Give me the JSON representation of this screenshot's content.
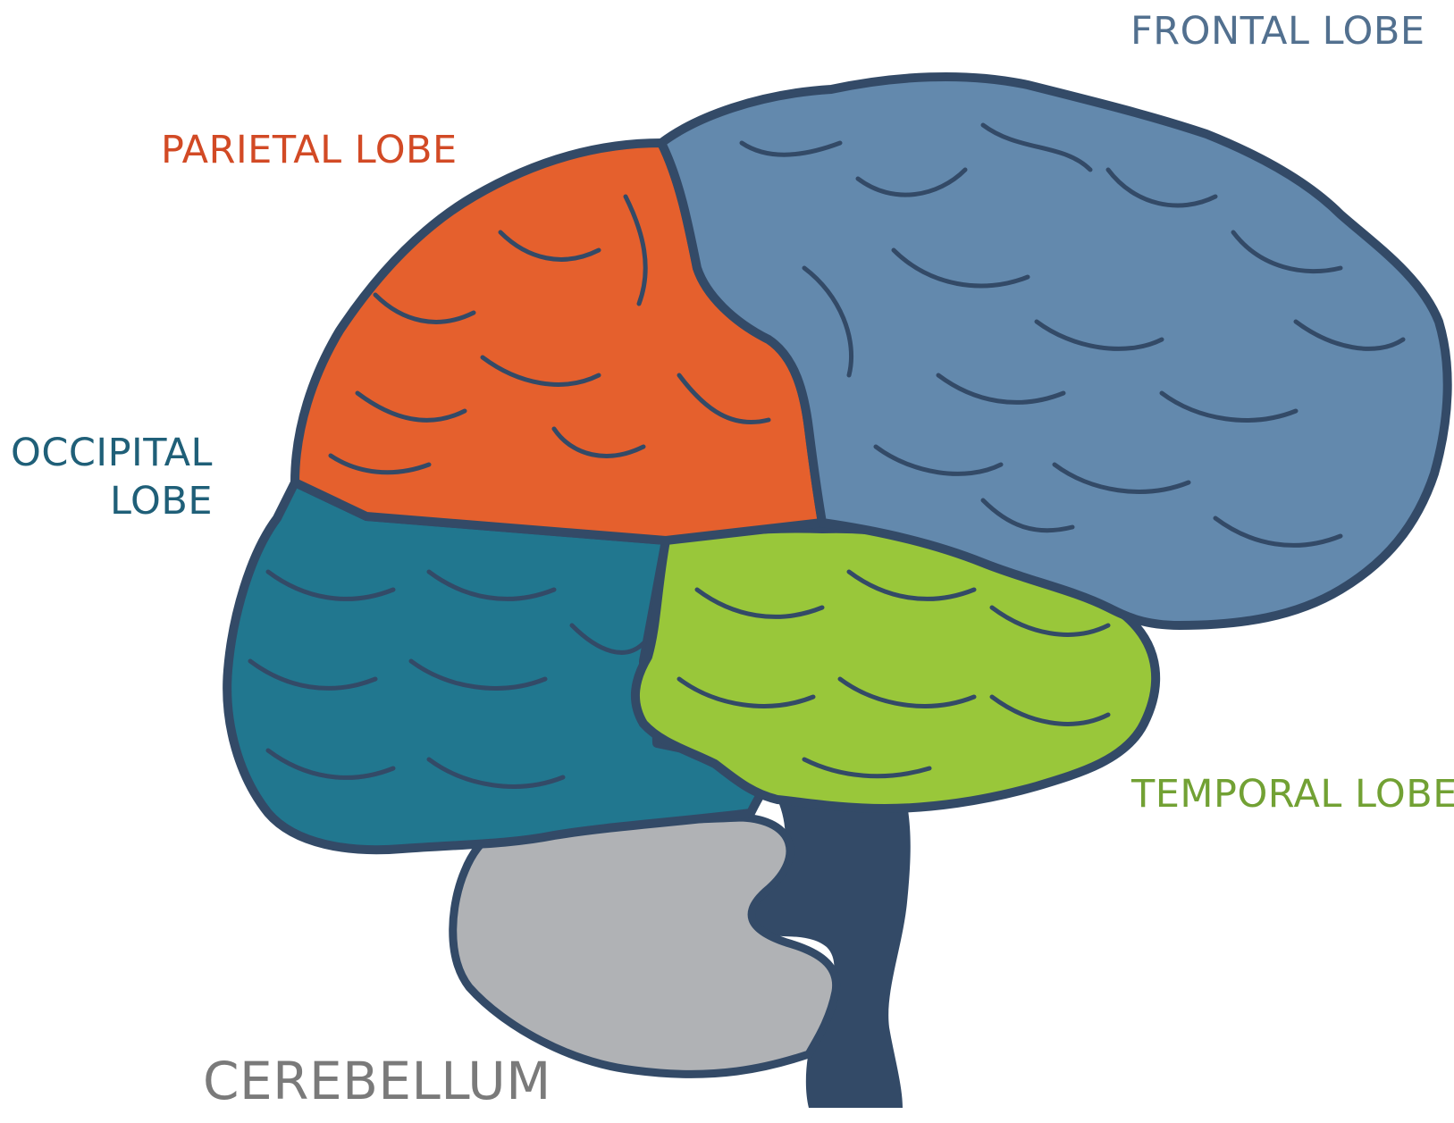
{
  "labels": {
    "frontal": "FRONTAL LOBE",
    "parietal": "PARIETAL LOBE",
    "occipital_line1": "OCCIPITAL",
    "occipital_line2": "LOBE",
    "temporal": "TEMPORAL LOBE",
    "cerebellum": "CEREBELLUM"
  },
  "colors": {
    "frontal": "#6389AD",
    "parietal": "#E5602D",
    "occipital": "#21778F",
    "temporal": "#99C73A",
    "cerebellum": "#B0B2B5",
    "brainstem": "#334A67",
    "outline": "#334A67",
    "frontal_text": "#52708F",
    "parietal_text": "#D24A25",
    "occipital_text": "#1F5F78",
    "temporal_text": "#72A134",
    "cerebellum_text": "#7A7A7A"
  }
}
